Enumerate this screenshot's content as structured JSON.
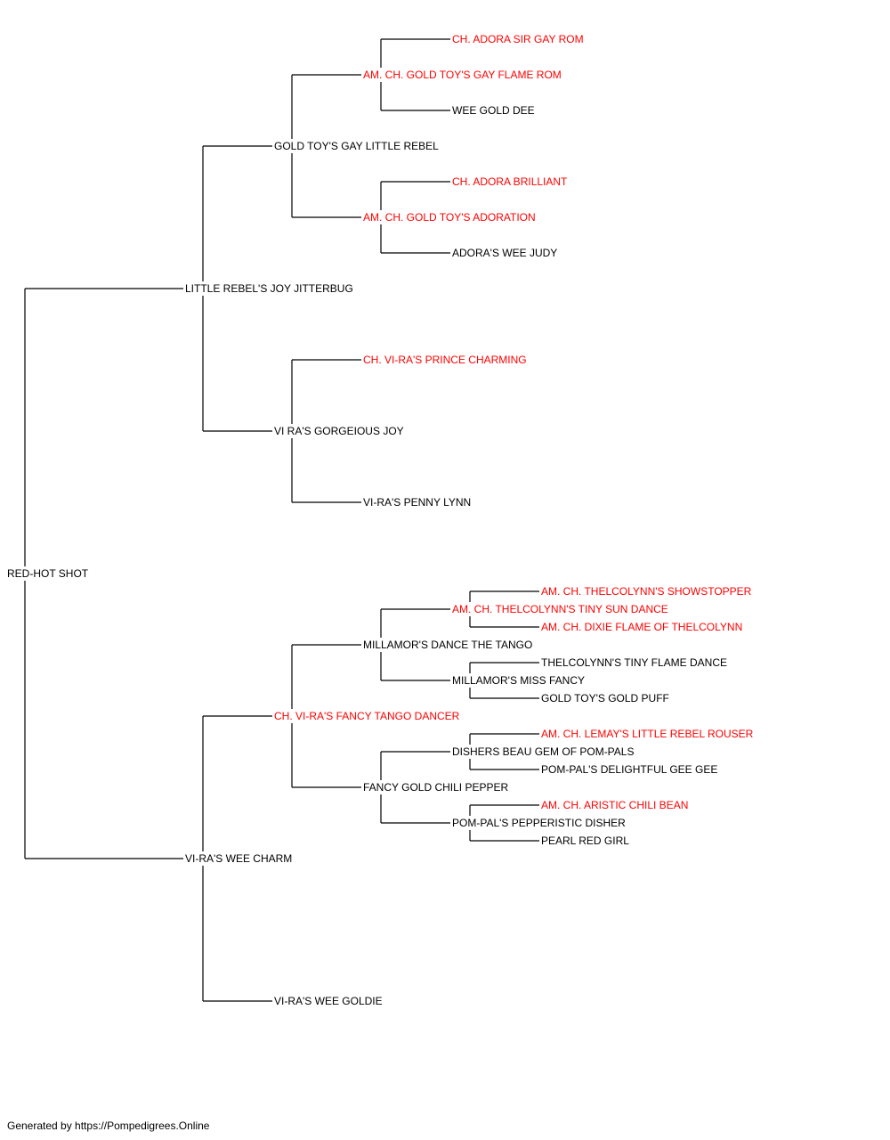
{
  "colors": {
    "champion": "#ff0000",
    "normal": "#000000",
    "line": "#000000"
  },
  "tree": {
    "name": "RED-HOT SHOT",
    "champion": false,
    "sire": {
      "name": "LITTLE REBEL'S JOY JITTERBUG",
      "champion": false,
      "sire": {
        "name": "GOLD TOY'S GAY LITTLE REBEL",
        "champion": false,
        "sire": {
          "name": "AM. CH. GOLD TOY'S GAY FLAME ROM",
          "champion": true,
          "sire": {
            "name": "CH. ADORA SIR GAY ROM",
            "champion": true
          },
          "dam": {
            "name": "WEE GOLD DEE",
            "champion": false
          }
        },
        "dam": {
          "name": "AM. CH. GOLD TOY'S ADORATION",
          "champion": true,
          "sire": {
            "name": "CH. ADORA BRILLIANT",
            "champion": true
          },
          "dam": {
            "name": "ADORA'S WEE JUDY",
            "champion": false
          }
        }
      },
      "dam": {
        "name": "VI RA'S GORGEIOUS JOY",
        "champion": false,
        "sire": {
          "name": "CH. VI-RA'S PRINCE CHARMING",
          "champion": true
        },
        "dam": {
          "name": "VI-RA'S PENNY LYNN",
          "champion": false
        }
      }
    },
    "dam": {
      "name": "VI-RA'S WEE CHARM",
      "champion": false,
      "sire": {
        "name": "CH. VI-RA'S FANCY TANGO DANCER",
        "champion": true,
        "sire": {
          "name": "MILLAMOR'S DANCE THE TANGO",
          "champion": false,
          "sire": {
            "name": "AM. CH. THELCOLYNN'S TINY SUN DANCE",
            "champion": true,
            "sire": {
              "name": "AM. CH. THELCOLYNN'S SHOWSTOPPER",
              "champion": true
            },
            "dam": {
              "name": "AM. CH. DIXIE FLAME OF THELCOLYNN",
              "champion": true
            }
          },
          "dam": {
            "name": "MILLAMOR'S MISS FANCY",
            "champion": false,
            "sire": {
              "name": "THELCOLYNN'S TINY FLAME DANCE",
              "champion": false
            },
            "dam": {
              "name": "GOLD TOY'S GOLD PUFF",
              "champion": false
            }
          }
        },
        "dam": {
          "name": "FANCY GOLD CHILI PEPPER",
          "champion": false,
          "sire": {
            "name": "DISHERS BEAU GEM OF POM-PALS",
            "champion": false,
            "sire": {
              "name": "AM. CH. LEMAY'S LITTLE REBEL ROUSER",
              "champion": true
            },
            "dam": {
              "name": "POM-PAL'S DELIGHTFUL GEE GEE",
              "champion": false
            }
          },
          "dam": {
            "name": "POM-PAL'S PEPPERISTIC DISHER",
            "champion": false,
            "sire": {
              "name": "AM. CH. ARISTIC CHILI BEAN",
              "champion": true
            },
            "dam": {
              "name": "PEARL RED GIRL",
              "champion": false
            }
          }
        }
      },
      "dam": {
        "name": "VI-RA'S WEE GOLDIE",
        "champion": false
      }
    }
  },
  "footer": {
    "text": "Generated by https://Pompedigrees.Online"
  }
}
